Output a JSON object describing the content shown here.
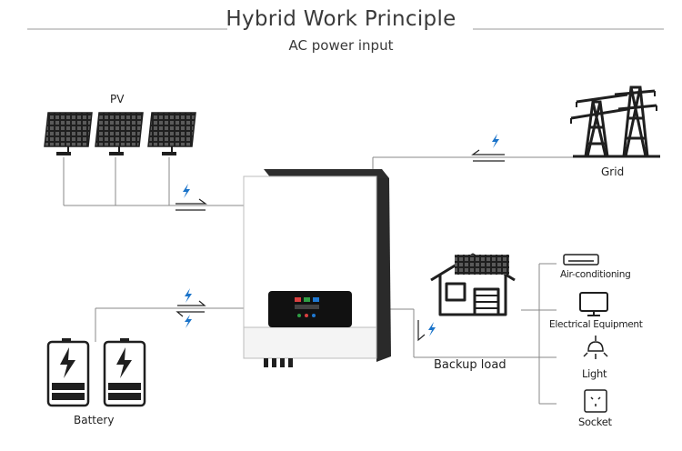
{
  "title": "Hybrid Work Principle",
  "subtitle": "AC power input",
  "labels": {
    "pv": "PV",
    "grid": "Grid",
    "battery": "Battery",
    "backup_load": "Backup load",
    "air_conditioning": "Air-conditioning",
    "electrical_equipment": "Electrical Equipment",
    "light": "Light",
    "socket": "Socket"
  },
  "icons": {
    "pv": "solar-panel-icon",
    "grid": "power-pylon-icon",
    "battery": "battery-icon",
    "inverter": "inverter-unit",
    "house": "house-icon",
    "air_conditioning": "air-conditioner-icon",
    "electrical_equipment": "monitor-icon",
    "light": "light-bulb-icon",
    "socket": "socket-icon",
    "flow": "lightning-bolt-icon"
  },
  "colors": {
    "line": "#888888",
    "icon": "#222222",
    "bolt": "#1a73c9"
  }
}
